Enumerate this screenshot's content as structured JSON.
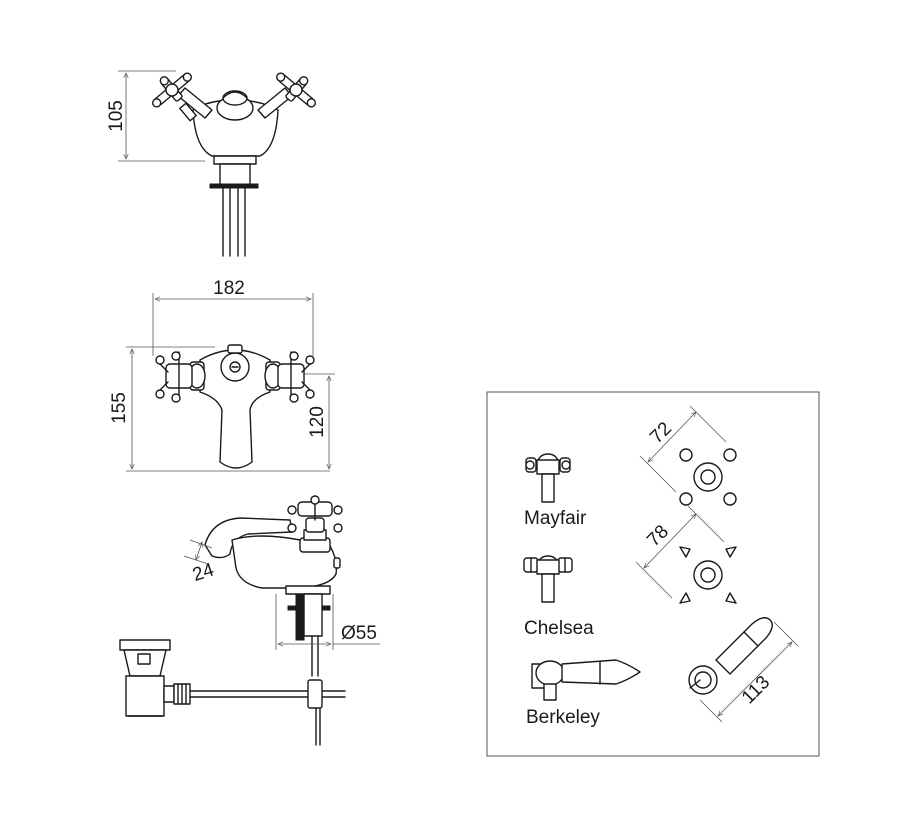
{
  "dimensions": {
    "top_height": "105",
    "width": "182",
    "front_height": "155",
    "handle_height": "120",
    "spout_width": "24",
    "base_diameter": "Ø55",
    "mayfair_span": "72",
    "chelsea_span": "78",
    "berkeley_length": "113"
  },
  "options": {
    "mayfair": "Mayfair",
    "chelsea": "Chelsea",
    "berkeley": "Berkeley"
  },
  "colors": {
    "line": "#1a1a1a",
    "dimension": "#555555",
    "background": "#ffffff"
  }
}
